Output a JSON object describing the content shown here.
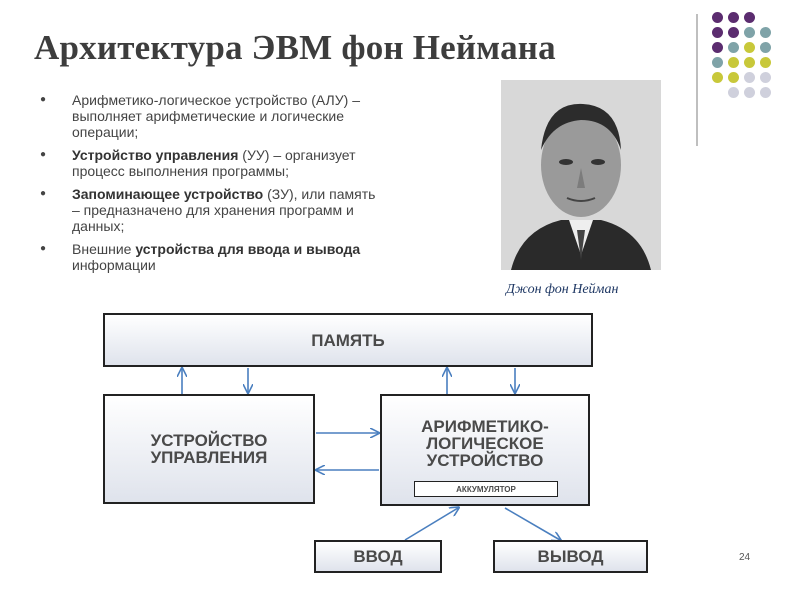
{
  "slide": {
    "title": "Архитектура ЭВМ фон Неймана",
    "page_number": "24"
  },
  "bullets": [
    {
      "bold": "",
      "text_lines": [
        "Арифметико-логическое устройство (АЛУ) –",
        "выполняет арифметические и логические",
        "операции;"
      ]
    },
    {
      "bold": "Устройство управления",
      "text_lines": [
        " (УУ) – организует",
        "процесс выполнения программы;"
      ]
    },
    {
      "bold": "Запоминающее устройство",
      "text_lines": [
        " (ЗУ), или память",
        "– предназначено для хранения программ и",
        "данных;"
      ]
    },
    {
      "pre": "Внешние ",
      "bold": "устройства для ввода и вывода",
      "text_lines": [
        "",
        "информации"
      ]
    }
  ],
  "photo": {
    "caption": "Джон фон Нейман"
  },
  "diagram": {
    "memory": "ПАМЯТЬ",
    "control_unit": [
      "УСТРОЙСТВО",
      "УПРАВЛЕНИЯ"
    ],
    "alu": [
      "АРИФМЕТИКО-",
      "ЛОГИЧЕСКОЕ",
      "УСТРОЙСТВО"
    ],
    "accumulator": "АККУМУЛЯТОР",
    "input": "ВВОД",
    "output": "ВЫВОД"
  },
  "decor": {
    "dot_colors": [
      "#5b2c6f",
      "#5b2c6f",
      "#5b2c6f",
      "#ffffff",
      "#5b2c6f",
      "#5b2c6f",
      "#7fa3a8",
      "#7fa3a8",
      "#5b2c6f",
      "#7fa3a8",
      "#c8c83a",
      "#7fa3a8",
      "#7fa3a8",
      "#c8c83a",
      "#c8c83a",
      "#c8c83a",
      "#c8c83a",
      "#c8c83a",
      "#cfd0dc",
      "#cfd0dc",
      "#ffffff",
      "#cfd0dc",
      "#cfd0dc",
      "#cfd0dc"
    ],
    "accent": "#1f3864"
  }
}
